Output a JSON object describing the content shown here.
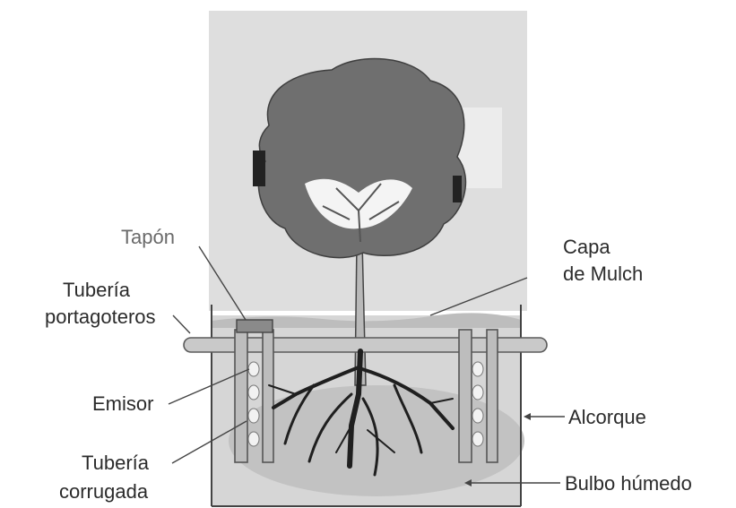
{
  "labels": {
    "tapon": "Tapón",
    "tuberia_portagoteros_1": "Tubería",
    "tuberia_portagoteros_2": "portagoteros",
    "emisor": "Emisor",
    "tuberia_corrugada_1": "Tubería",
    "tuberia_corrugada_2": "corrugada",
    "capa_mulch_1": "Capa",
    "capa_mulch_2": "de Mulch",
    "alcorque": "Alcorque",
    "bulbo_humedo": "Bulbo húmedo"
  },
  "colors": {
    "sky": "#dcdcdc",
    "canopy": "#6e6e6e",
    "soil": "#d9d9d9",
    "wet_bulb": "#c4c4c4",
    "roots": "#1f1f1f",
    "text": "#2b2b2b"
  }
}
